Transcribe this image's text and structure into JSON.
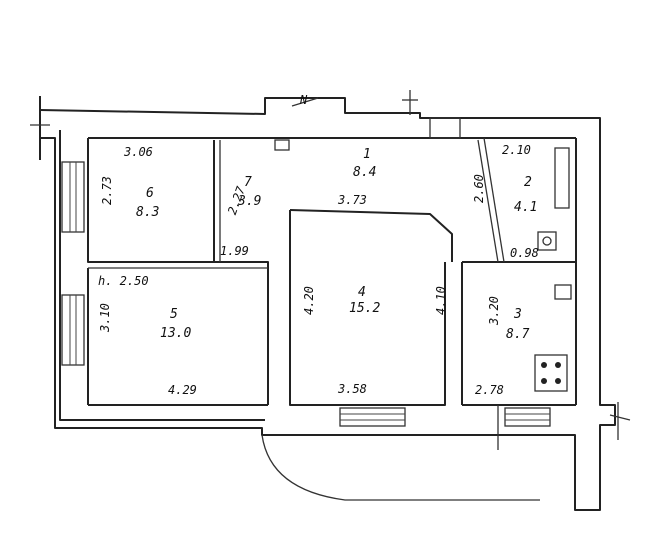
{
  "rooms": [
    {
      "number": "1",
      "area": "8.4"
    },
    {
      "number": "2",
      "area": "4.1"
    },
    {
      "number": "3",
      "area": "8.7"
    },
    {
      "number": "4",
      "area": "15.2"
    },
    {
      "number": "5",
      "area": "13.0"
    },
    {
      "number": "6",
      "area": "8.3"
    },
    {
      "number": "7",
      "area": "3.9"
    }
  ],
  "dimensions": {
    "d1": "3.06",
    "d2": "2.73",
    "d3": "1.99",
    "d4": "h. 2.50",
    "d5": "3.10",
    "d6": "4.29",
    "d7": "4.20",
    "d8": "4.10",
    "d9": "3.58",
    "d10": "3.73",
    "d11": "2.60",
    "d12": "2.10",
    "d13": "0.98",
    "d14": "3.20",
    "d15": "2.78",
    "d16": "2.27"
  },
  "north_mark": "N"
}
